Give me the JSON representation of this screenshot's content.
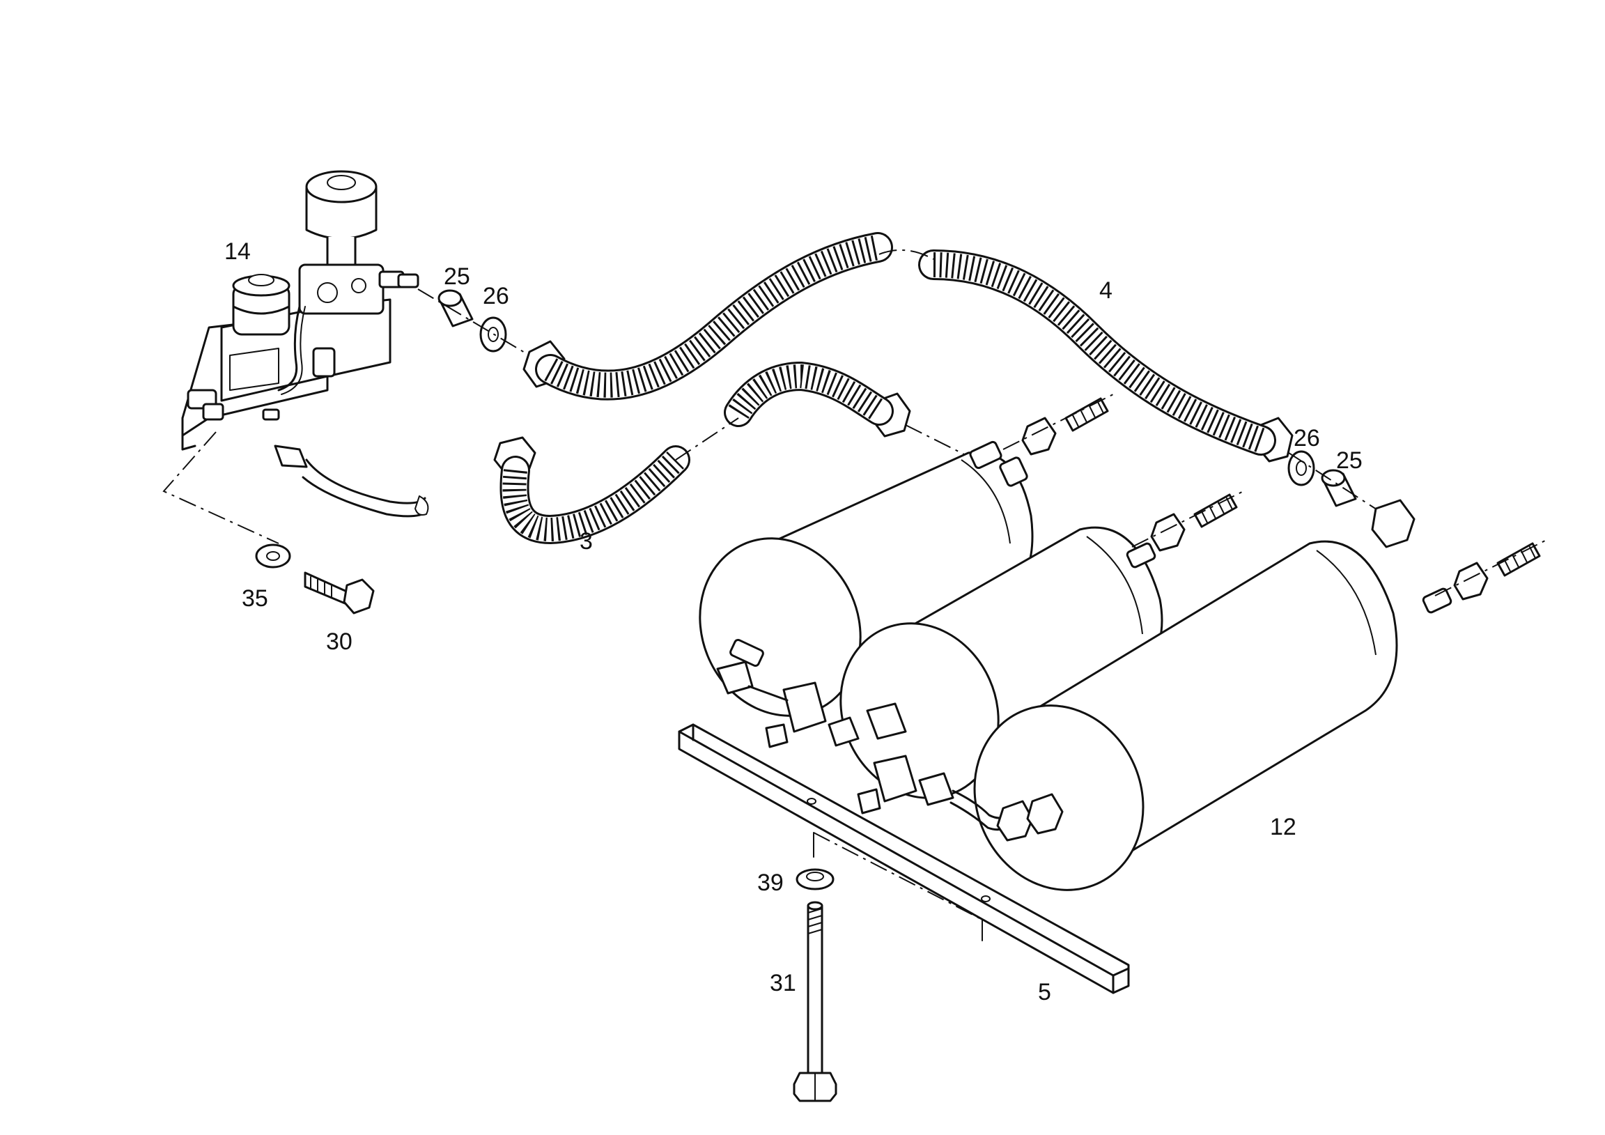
{
  "callouts": {
    "c14": "14",
    "c25a": "25",
    "c26a": "26",
    "c4": "4",
    "c3": "3",
    "c26b": "26",
    "c25b": "25",
    "c35": "35",
    "c30": "30",
    "c12": "12",
    "c39": "39",
    "c31": "31",
    "c5": "5"
  },
  "colors": {
    "line": "#111111",
    "background": "#ffffff"
  }
}
